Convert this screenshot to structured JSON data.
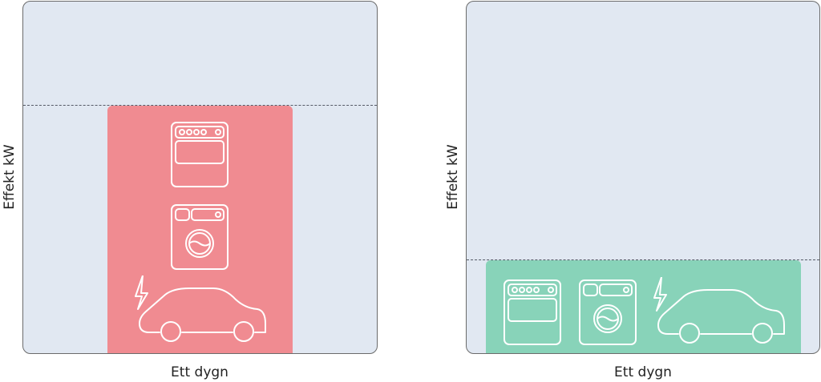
{
  "colors": {
    "panel": "#e1e8f2",
    "high": "#f08b91",
    "low": "#88d3b9"
  },
  "left": {
    "ylabel": "Effekt kW",
    "xlabel": "Ett dygn",
    "icons": [
      "oven-icon",
      "washing-machine-icon",
      "electric-car-icon"
    ]
  },
  "right": {
    "ylabel": "Effekt kW",
    "xlabel": "Ett dygn",
    "icons": [
      "oven-icon",
      "washing-machine-icon",
      "electric-car-icon"
    ]
  }
}
